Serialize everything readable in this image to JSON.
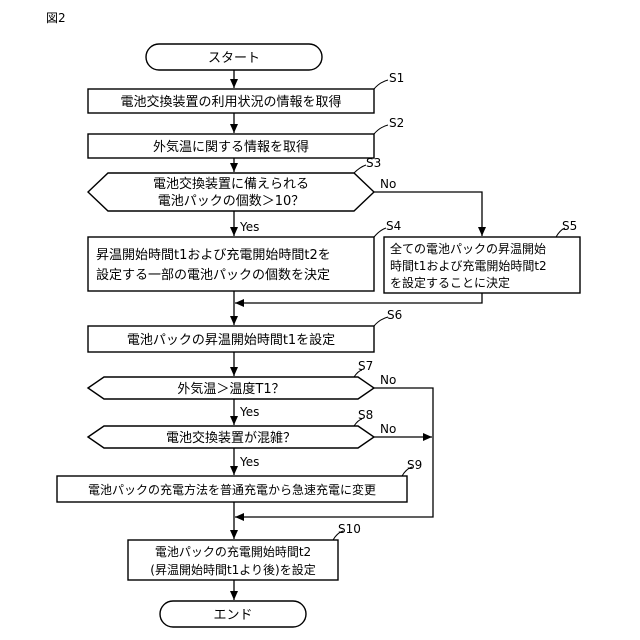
{
  "figure_label": "図2",
  "start_label": "スタート",
  "end_label": "エンド",
  "steps": {
    "s1": {
      "id": "S1",
      "text": "電池交換装置の利用状況の情報を取得"
    },
    "s2": {
      "id": "S2",
      "text": "外気温に関する情報を取得"
    },
    "s3": {
      "id": "S3",
      "line1": "電池交換装置に備えられる",
      "line2": "電池パックの個数＞10？"
    },
    "s4": {
      "id": "S4",
      "line1": "昇温開始時間t1および充電開始時間t2を",
      "line2": "設定する一部の電池パックの個数を決定"
    },
    "s5": {
      "id": "S5",
      "line1": "全ての電池パックの昇温開始",
      "line2": "時間t1および充電開始時間t2",
      "line3": "を設定することに決定"
    },
    "s6": {
      "id": "S6",
      "text": "電池パックの昇温開始時間t1を設定"
    },
    "s7": {
      "id": "S7",
      "text": "外気温＞温度T1？"
    },
    "s8": {
      "id": "S8",
      "text": "電池交換装置が混雑？"
    },
    "s9": {
      "id": "S9",
      "text": "電池パックの充電方法を普通充電から急速充電に変更"
    },
    "s10": {
      "id": "S10",
      "line1": "電池パックの充電開始時間t2",
      "line2": "(昇温開始時間t1より後)を設定"
    }
  },
  "branch_labels": {
    "yes": "Yes",
    "no": "No"
  }
}
